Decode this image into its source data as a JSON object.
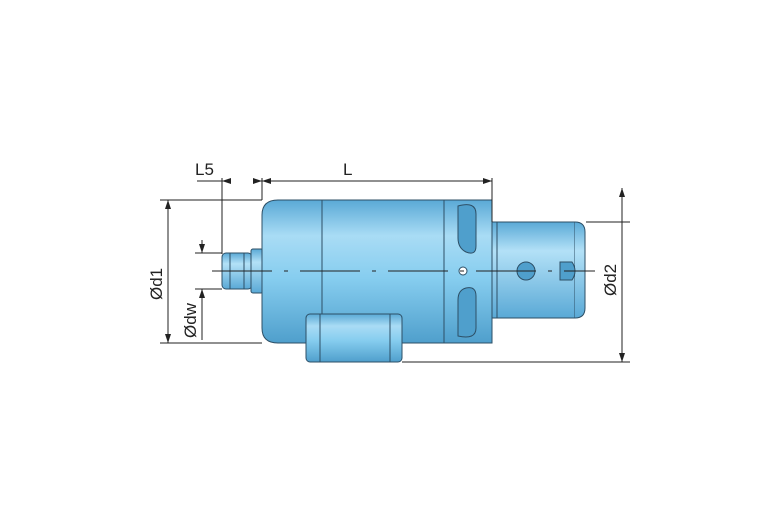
{
  "dimensions": {
    "L5": "L5",
    "L": "L",
    "d1": "Ød1",
    "dw": "Ødw",
    "d2": "Ød2"
  },
  "colors": {
    "body": "#79c6ec",
    "body_light": "#a9dcf5",
    "body_dark": "#4f9fcc",
    "outline": "#2d4f66",
    "dimension_line": "#222222"
  }
}
